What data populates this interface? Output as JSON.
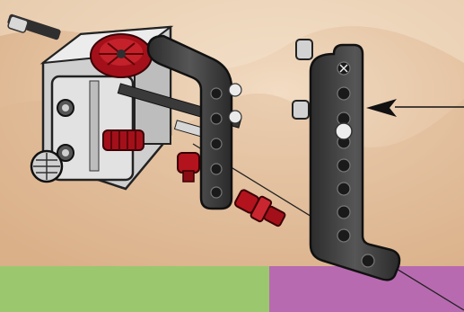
{
  "scene": {
    "description_free": true,
    "colors": {
      "background": "#e7c7a6",
      "background_light": "#f1d8bd",
      "panel_left": "#9bc86f",
      "panel_right": "#b86ab0",
      "beam_dark": "#3d3d3d",
      "gearbox_light": "#d9d9d9",
      "gear_red": "#a3101a",
      "axle_pin": "#c9c9c9",
      "arrow": "#111111"
    },
    "icons": [
      "technic-gearbox",
      "technic-l-beam",
      "technic-pin",
      "assembly-arrow"
    ]
  }
}
